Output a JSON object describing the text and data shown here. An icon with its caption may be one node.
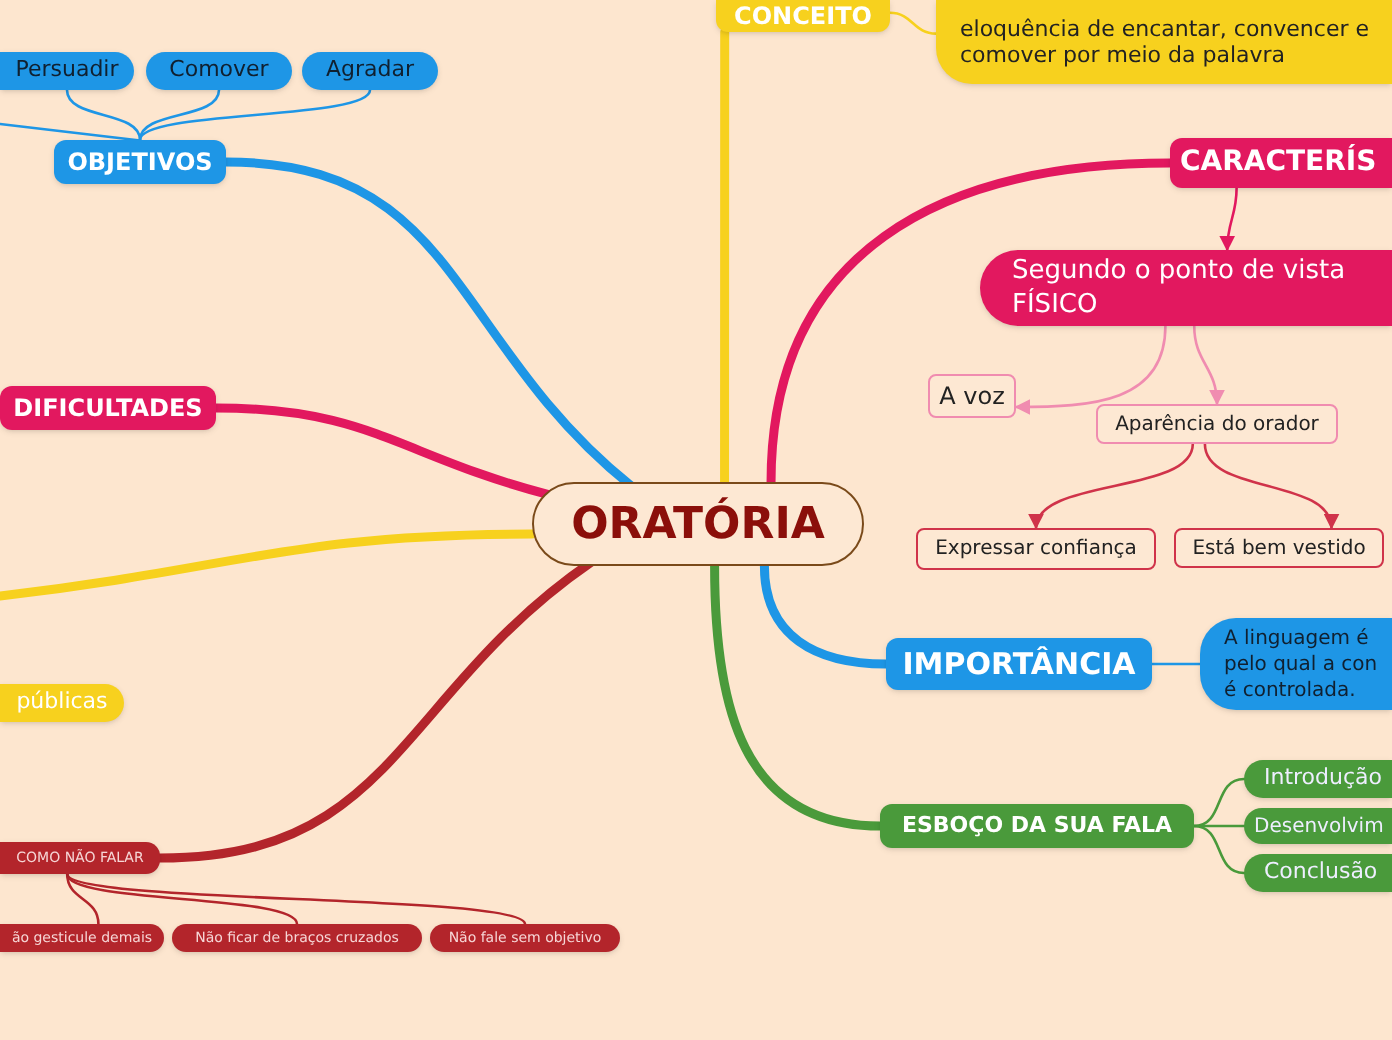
{
  "diagram": {
    "nodes": [
      {
        "text": [
          "ORATÓRIA"
        ]
      },
      {
        "text": [
          "CONCEITO"
        ]
      },
      {
        "text": [
          "eloquência de encantar, convencer e comover por meio da palavra"
        ]
      },
      {
        "text": [
          "OBJETIVOS"
        ]
      },
      {
        "text": [
          "Persuadir"
        ]
      },
      {
        "text": [
          "Comover"
        ]
      },
      {
        "text": [
          "Agradar"
        ]
      },
      {
        "text": [
          "DIFICULTADES"
        ]
      },
      {
        "text": [
          "públicas"
        ]
      },
      {
        "text": [
          "COMO NÃO FALAR"
        ]
      },
      {
        "text": [
          "ão gesticule demais"
        ]
      },
      {
        "text": [
          "Não ficar de braços cruzados"
        ]
      },
      {
        "text": [
          "Não fale sem objetivo"
        ]
      },
      {
        "text": [
          "CARACTERÍS"
        ]
      },
      {
        "text": [
          "Segundo o ponto de vista FÍSICO"
        ]
      },
      {
        "text": [
          "A voz"
        ]
      },
      {
        "text": [
          "Aparência do orador"
        ]
      },
      {
        "text": [
          "Expressar confiança"
        ]
      },
      {
        "text": [
          "Está bem vestido"
        ]
      },
      {
        "text": [
          "IMPORTÂNCIA"
        ]
      },
      {
        "text": [
          "A linguagem é pelo qual a con é controlada."
        ]
      },
      {
        "text": [
          "ESBOÇO DA SUA FALA"
        ]
      },
      {
        "text": [
          "Introdução"
        ]
      },
      {
        "text": [
          "Desenvolvim"
        ]
      },
      {
        "text": [
          "Conclusão"
        ]
      }
    ],
    "edges": [
      {
        "from": 0,
        "to": 1,
        "arrow": "none",
        "style": "thick",
        "color": "#f7d11e"
      },
      {
        "from": 1,
        "to": 2,
        "arrow": "none",
        "color": "#f7d11e"
      },
      {
        "from": 0,
        "to": 3,
        "arrow": "none",
        "style": "thick",
        "color": "#1e96e6"
      },
      {
        "from": 3,
        "to": 4,
        "arrow": "none",
        "color": "#1e96e6"
      },
      {
        "from": 3,
        "to": 5,
        "arrow": "none",
        "color": "#1e96e6"
      },
      {
        "from": 3,
        "to": 6,
        "arrow": "none",
        "color": "#1e96e6"
      },
      {
        "from": 3,
        "to": null,
        "arrow": "none",
        "color": "#1e96e6"
      },
      {
        "from": 0,
        "to": 7,
        "arrow": "none",
        "style": "thick",
        "color": "#e2185f"
      },
      {
        "from": 0,
        "to": null,
        "arrow": "none",
        "style": "thick",
        "color": "#f7d11e"
      },
      {
        "from": 0,
        "to": 9,
        "arrow": "none",
        "style": "thick",
        "color": "#b3252b"
      },
      {
        "from": 9,
        "to": 10,
        "arrow": "none",
        "color": "#b3252b"
      },
      {
        "from": 9,
        "to": 11,
        "arrow": "none",
        "color": "#b3252b"
      },
      {
        "from": 9,
        "to": 12,
        "arrow": "none",
        "color": "#b3252b"
      },
      {
        "from": 0,
        "to": 13,
        "arrow": "none",
        "style": "thick",
        "color": "#e2185f"
      },
      {
        "from": 13,
        "to": 14,
        "arrow": "to",
        "color": "#e2185f"
      },
      {
        "from": 14,
        "to": 15,
        "arrow": "to",
        "color": "#f08cb0"
      },
      {
        "from": 14,
        "to": 16,
        "arrow": "to",
        "color": "#f08cb0"
      },
      {
        "from": 16,
        "to": 17,
        "arrow": "to",
        "color": "#d0334a"
      },
      {
        "from": 16,
        "to": 18,
        "arrow": "to",
        "color": "#d0334a"
      },
      {
        "from": 0,
        "to": 19,
        "arrow": "none",
        "style": "thick",
        "color": "#1e96e6"
      },
      {
        "from": 19,
        "to": 20,
        "arrow": "none",
        "color": "#1e96e6"
      },
      {
        "from": 0,
        "to": 21,
        "arrow": "none",
        "style": "thick",
        "color": "#4a9a3b"
      },
      {
        "from": 21,
        "to": 22,
        "arrow": "none",
        "color": "#4a9a3b"
      },
      {
        "from": 21,
        "to": 23,
        "arrow": "none",
        "color": "#4a9a3b"
      },
      {
        "from": 21,
        "to": 24,
        "arrow": "none",
        "color": "#4a9a3b"
      }
    ]
  }
}
